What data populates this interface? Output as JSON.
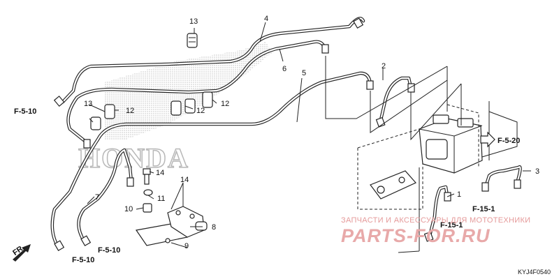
{
  "callouts": {
    "n1": "1",
    "n2": "2",
    "n3": "3",
    "n4": "4",
    "n5": "5",
    "n6": "6",
    "n7": "7",
    "n8": "8",
    "n9": "9",
    "n10": "10",
    "n11": "11",
    "n12a": "12",
    "n12b": "12",
    "n12c": "12",
    "n13a": "13",
    "n13b": "13",
    "n14a": "14",
    "n14b": "14"
  },
  "refs": {
    "f510_top": "F-5-10",
    "f510_bottom_right": "F-5-10",
    "f510_bottom_left": "F-5-10",
    "f520": "F-5-20",
    "f151_right": "F-15-1",
    "f151_mid": "F-15-1"
  },
  "direction": "FR.",
  "watermark": {
    "tagline": "ЗАПЧАСТИ И АКСЕССУАРЫ ДЛЯ МОТОТЕХНИКИ",
    "site": "PARTS-FOR.RU"
  },
  "logo_text": "HONDA",
  "diagram_code": "KYJ4F0540"
}
